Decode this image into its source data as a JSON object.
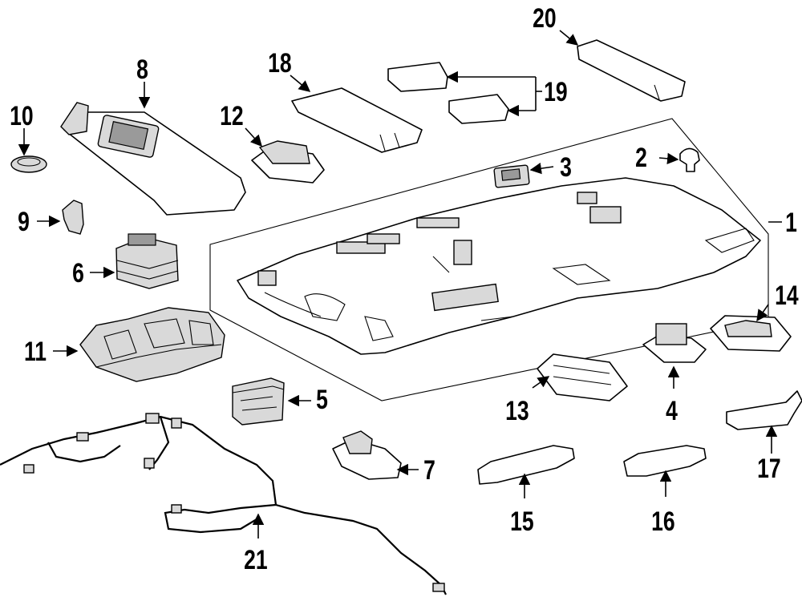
{
  "callouts": {
    "c1": "1",
    "c2": "2",
    "c3": "3",
    "c4": "4",
    "c5": "5",
    "c6": "6",
    "c7": "7",
    "c8": "8",
    "c9": "9",
    "c10": "10",
    "c11": "11",
    "c12": "12",
    "c13": "13",
    "c14": "14",
    "c15": "15",
    "c16": "16",
    "c17": "17",
    "c18": "18",
    "c19": "19",
    "c20": "20",
    "c21": "21"
  },
  "colors": {
    "line": "#000000",
    "background": "#ffffff",
    "shade": "#d9d9d9"
  }
}
